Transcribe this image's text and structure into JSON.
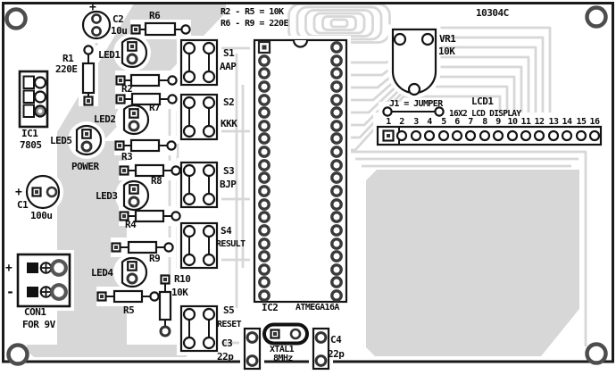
{
  "board": {
    "code": "10304C"
  },
  "notes": {
    "line1": "R2 - R5 = 10K",
    "line2": "R6 - R9 = 220E"
  },
  "components": {
    "c1": {
      "ref": "C1",
      "value": "100u",
      "polarity_mark": "+"
    },
    "c2": {
      "ref": "C2",
      "value": "10u",
      "polarity_mark": "+"
    },
    "c3": {
      "ref": "C3",
      "value": "22p"
    },
    "c4": {
      "ref": "C4",
      "value": "22p"
    },
    "r1": {
      "ref": "R1",
      "value": "220E"
    },
    "r2": {
      "ref": "R2"
    },
    "r3": {
      "ref": "R3"
    },
    "r4": {
      "ref": "R4"
    },
    "r5": {
      "ref": "R5"
    },
    "r6": {
      "ref": "R6"
    },
    "r7": {
      "ref": "R7"
    },
    "r8": {
      "ref": "R8"
    },
    "r9": {
      "ref": "R9"
    },
    "r10": {
      "ref": "R10",
      "value": "10K"
    },
    "led1": {
      "ref": "LED1"
    },
    "led2": {
      "ref": "LED2"
    },
    "led3": {
      "ref": "LED3"
    },
    "led4": {
      "ref": "LED4"
    },
    "led5": {
      "ref": "LED5",
      "function": "POWER"
    },
    "ic1": {
      "ref": "IC1",
      "value": "7805"
    },
    "ic2": {
      "ref": "IC2",
      "value": "ATMEGA16A"
    },
    "vr1": {
      "ref": "VR1",
      "value": "10K"
    },
    "xtal1": {
      "ref": "XTAL1",
      "value": "8MHz"
    },
    "con1": {
      "ref": "CON1",
      "note": "FOR 9V",
      "plus": "+",
      "minus": "-"
    },
    "j1": {
      "label": "J1 = JUMPER"
    },
    "s1": {
      "ref": "S1",
      "function": "AAP"
    },
    "s2": {
      "ref": "S2",
      "function": "KKK"
    },
    "s3": {
      "ref": "S3",
      "function": "BJP"
    },
    "s4": {
      "ref": "S4",
      "function": "RESULT"
    },
    "s5": {
      "ref": "S5",
      "function": "RESET"
    },
    "lcd1": {
      "ref": "LCD1",
      "desc": "16X2 LCD DISPLAY",
      "pins": [
        "1",
        "2",
        "3",
        "4",
        "5",
        "6",
        "7",
        "8",
        "9",
        "10",
        "11",
        "12",
        "13",
        "14",
        "15",
        "16"
      ]
    }
  },
  "colors": {
    "silkscreen": "#141414",
    "copper": "#d7d7d7",
    "board": "#ffffff",
    "hole_ring": "#4d4d4d"
  }
}
